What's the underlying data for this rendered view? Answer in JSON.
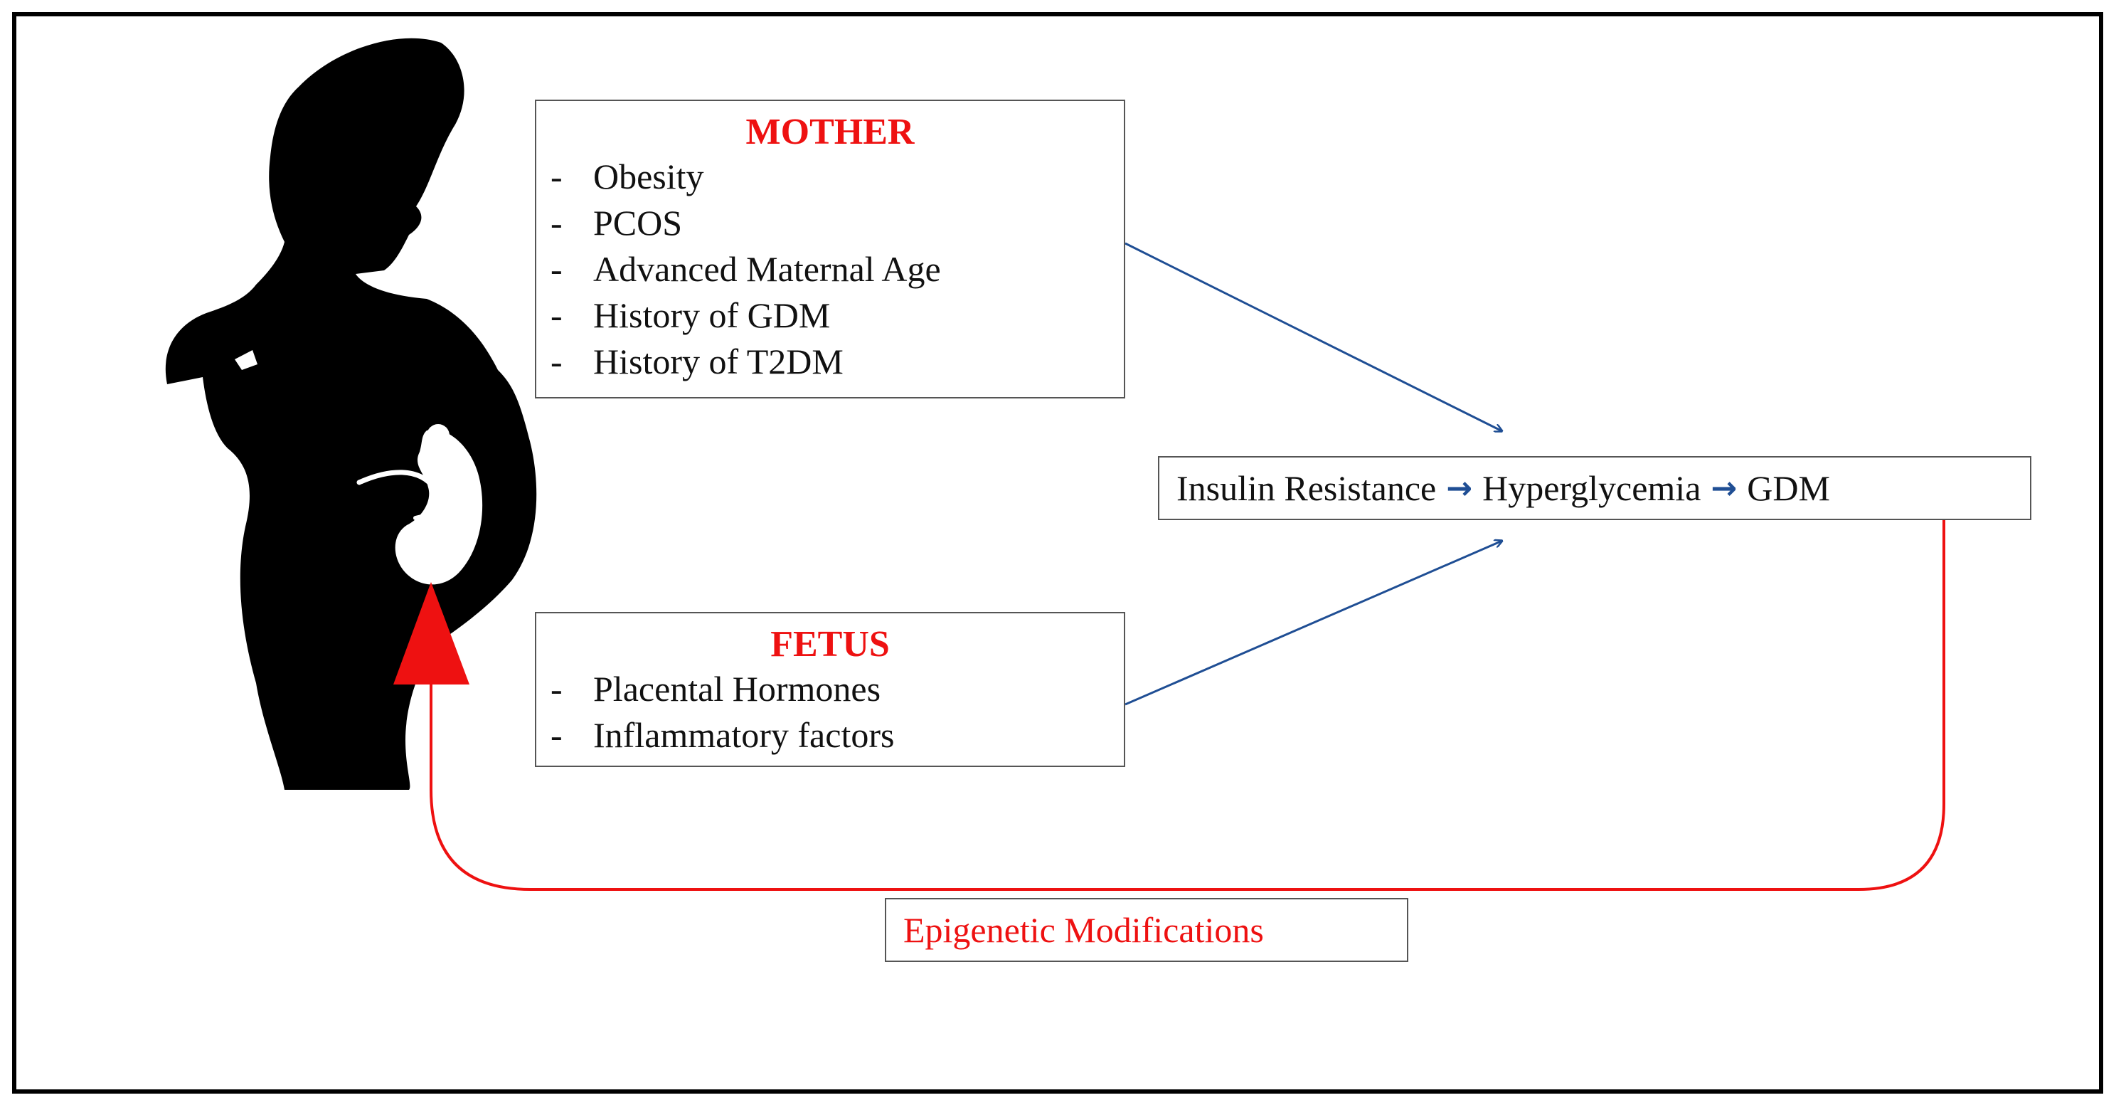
{
  "mother": {
    "title": "MOTHER",
    "bullet": "-",
    "items": [
      "Obesity",
      "PCOS",
      "Advanced Maternal Age",
      "History of GDM",
      "History of T2DM"
    ]
  },
  "fetus": {
    "title": "FETUS",
    "bullet": "-",
    "items": [
      "Placental Hormones",
      "Inflammatory factors"
    ]
  },
  "outcome": {
    "steps": [
      "Insulin Resistance",
      "Hyperglycemia",
      "GDM"
    ],
    "step_separator_icon": "right-arrow-icon"
  },
  "feedback": {
    "label": "Epigenetic Modifications"
  },
  "colors": {
    "title_red": "#ee1111",
    "feedback_red": "#ee1111",
    "arrow_blue": "#1f4e94",
    "silhouette": "#000000"
  },
  "icons": {
    "figure": "pregnant-woman-silhouette-icon",
    "fetus": "fetus-icon"
  }
}
